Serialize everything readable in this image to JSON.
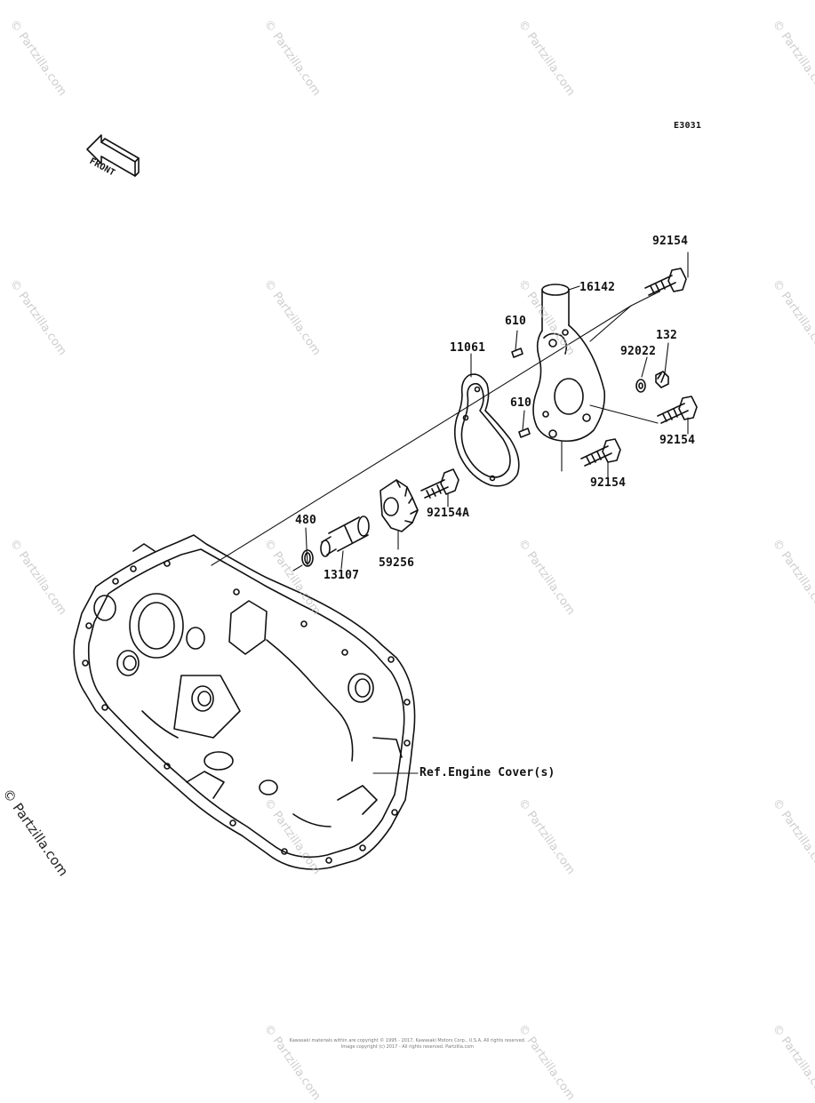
{
  "diagram_code": "E3031",
  "front_arrow_text": "FRONT",
  "parts": {
    "p92154_top": "92154",
    "p16142": "16142",
    "p610_top": "610",
    "p132": "132",
    "p92022": "92022",
    "p11061": "11061",
    "p610_mid": "610",
    "p92154_right": "92154",
    "p92154_bottom": "92154",
    "p92154A": "92154A",
    "p480": "480",
    "p59256": "59256",
    "p13107": "13107",
    "ref_engine_cover": "Ref.Engine Cover(s)"
  },
  "watermark": "© Partzilla.com",
  "footer_line1": "Kawasaki materials within are copyright © 1995 - 2017, Kawasaki Motors Corp., U.S.A. All rights reserved.",
  "footer_line2": "Image copyright (c) 2017 - All rights reserved. Partzilla.com"
}
